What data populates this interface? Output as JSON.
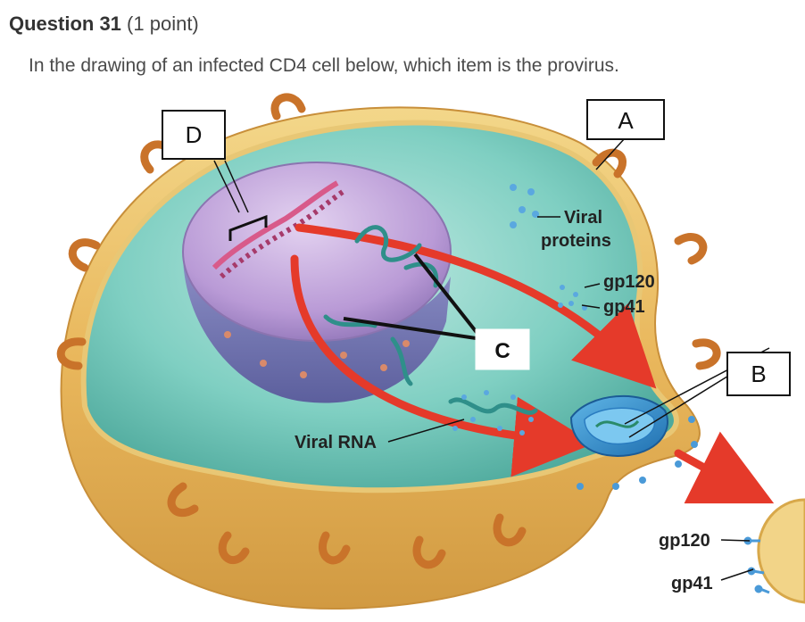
{
  "question": {
    "number": "Question 31",
    "points": "(1 point)",
    "prompt": "In the drawing of an infected CD4 cell below, which item is the provirus."
  },
  "figure": {
    "box_labels": {
      "a": "A",
      "b": "B",
      "c": "C",
      "d": "D"
    },
    "text_labels": {
      "viral_line1": "Viral",
      "viral_line2": "proteins",
      "gp120_inside": "gp120",
      "gp41_inside": "gp41",
      "viral_rna": "Viral RNA",
      "gp120_outside": "gp120",
      "gp41_outside": "gp41"
    }
  }
}
